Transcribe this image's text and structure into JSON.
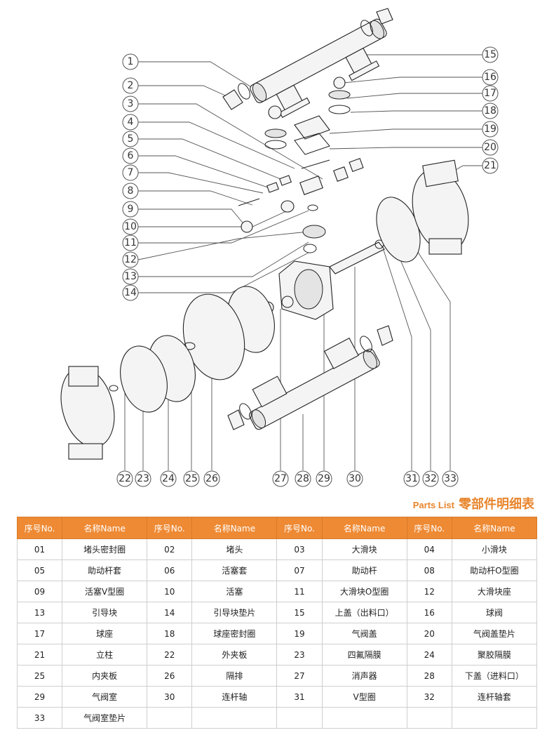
{
  "callouts": [
    "1",
    "2",
    "3",
    "4",
    "5",
    "6",
    "7",
    "8",
    "9",
    "10",
    "11",
    "12",
    "13",
    "14",
    "15",
    "16",
    "17",
    "18",
    "19",
    "20",
    "21",
    "22",
    "23",
    "24",
    "25",
    "26",
    "27",
    "28",
    "29",
    "30",
    "31",
    "32",
    "33"
  ],
  "title": {
    "en": "Parts List",
    "cn": "零部件明细表"
  },
  "table": {
    "headers": [
      "序号No.",
      "名称Name",
      "序号No.",
      "名称Name",
      "序号No.",
      "名称Name",
      "序号No.",
      "名称Name"
    ],
    "rows": [
      [
        "01",
        "堵头密封圈",
        "02",
        "堵头",
        "03",
        "大滑块",
        "04",
        "小滑块"
      ],
      [
        "05",
        "助动杆套",
        "06",
        "活塞套",
        "07",
        "助动杆",
        "08",
        "助动杆O型圈"
      ],
      [
        "09",
        "活塞V型圈",
        "10",
        "活塞",
        "11",
        "大滑块O型圈",
        "12",
        "大滑块座"
      ],
      [
        "13",
        "引导块",
        "14",
        "引导块垫片",
        "15",
        "上盖（出料口）",
        "16",
        "球阀"
      ],
      [
        "17",
        "球座",
        "18",
        "球座密封圈",
        "19",
        "气阀盖",
        "20",
        "气阀盖垫片"
      ],
      [
        "21",
        "立柱",
        "22",
        "外夹板",
        "23",
        "四氟隔膜",
        "24",
        "聚胶隔膜"
      ],
      [
        "25",
        "内夹板",
        "26",
        "隔排",
        "27",
        "消声器",
        "28",
        "下盖（进料口）"
      ],
      [
        "29",
        "气阀室",
        "30",
        "连杆轴",
        "31",
        "V型圈",
        "32",
        "连杆轴套"
      ],
      [
        "33",
        "气阀室垫片",
        "",
        "",
        "",
        "",
        "",
        ""
      ]
    ]
  }
}
